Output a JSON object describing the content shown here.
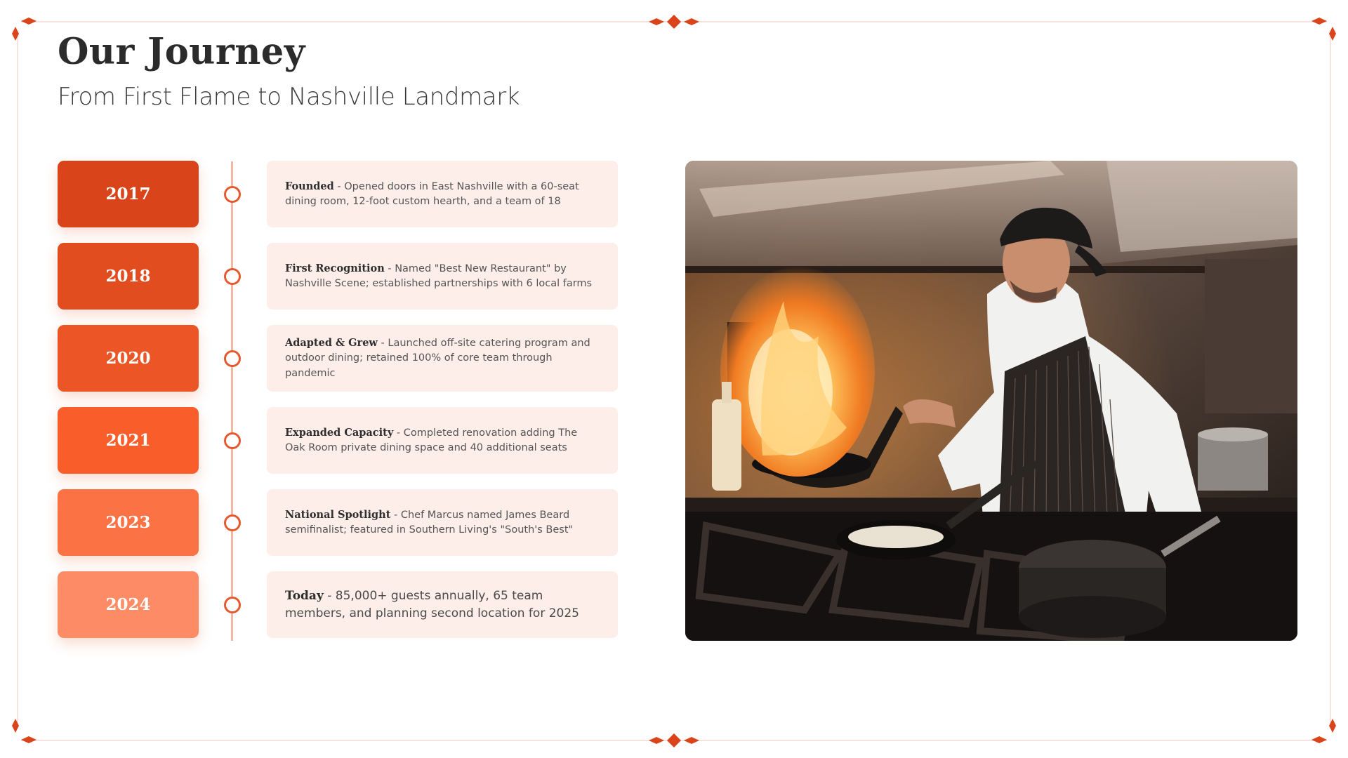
{
  "header": {
    "title": "Our Journey",
    "subtitle": "From First Flame to Nashville Landmark"
  },
  "timeline": [
    {
      "year": "2017",
      "heading": "Founded",
      "separator": " - ",
      "text": "Opened doors in East Nashville with a 60-seat dining room, 12-foot custom hearth, and a team of 18",
      "color": "#d9441b"
    },
    {
      "year": "2018",
      "heading": "First Recognition",
      "separator": " - ",
      "text": "Named \"Best New Restaurant\" by Nashville Scene; established partnerships with 6 local farms",
      "color": "#e24d20"
    },
    {
      "year": "2020",
      "heading": "Adapted & Grew",
      "separator": " - ",
      "text": "Launched off-site catering program and outdoor dining; retained 100% of core team through pandemic",
      "color": "#ec5525"
    },
    {
      "year": "2021",
      "heading": "Expanded Capacity",
      "separator": " - ",
      "text": "Completed renovation adding The Oak Room private dining space and 40 additional seats",
      "color": "#f85d2a"
    },
    {
      "year": "2023",
      "heading": "National Spotlight",
      "separator": " - ",
      "text": "Chef Marcus named James Beard semifinalist; featured in Southern Living's \"South's Best\"",
      "color": "#fb7245"
    },
    {
      "year": "2024",
      "heading": "Today",
      "separator": " - ",
      "text": "85,000+ guests annually, 65 team members, and planning second location for 2025",
      "color": "#fd8c66"
    }
  ],
  "colors": {
    "accent": "#d9441b",
    "card_background": "#fdeee9",
    "timeline_line": "#f1b8a4",
    "ornament": "#d9441b"
  },
  "photo": {
    "icon": "chef-flambe-photo"
  }
}
